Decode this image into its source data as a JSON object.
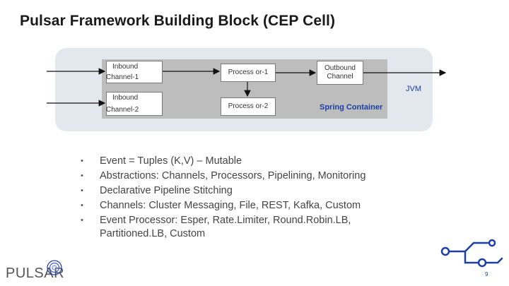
{
  "title": "Pulsar Framework Building Block (CEP Cell)",
  "diagram": {
    "inbound1": {
      "line1": "Inbound",
      "line2": "Channel-1"
    },
    "inbound2": {
      "line1": "Inbound",
      "line2": "Channel-2"
    },
    "processor1": "Process or-1",
    "processor2": "Process or-2",
    "outbound": {
      "line1": "Outbound",
      "line2": "Channel"
    },
    "jvm_label": "JVM",
    "spring_label": "Spring Container"
  },
  "bullets": [
    "Event = Tuples (K,V) – Mutable",
    "Abstractions: Channels, Processors, Pipelining, Monitoring",
    "Declarative Pipeline Stitching",
    "Channels: Cluster Messaging, File, REST, Kafka, Custom",
    "Event Processor: Esper, Rate.Limiter, Round.Robin.LB, Partitioned.LB, Custom"
  ],
  "bullet_glyph": "•",
  "logo_text": "PULSAR",
  "page_number": "9",
  "colors": {
    "accent": "#1a3fa8",
    "panel": "#e3e8ee",
    "container": "#bdbdbd"
  }
}
